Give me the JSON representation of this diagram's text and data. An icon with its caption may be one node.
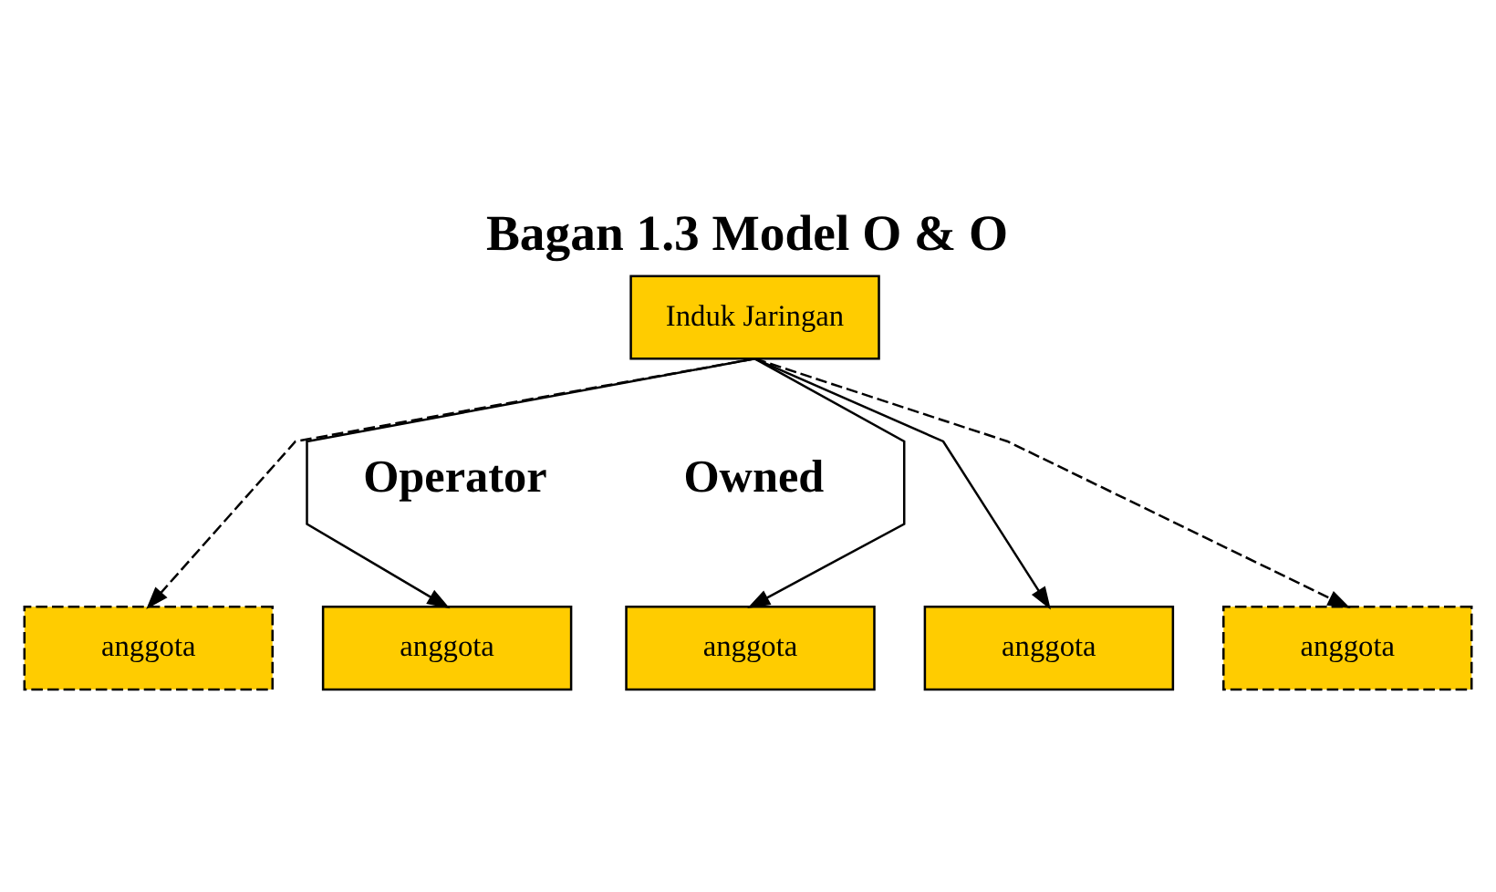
{
  "diagram": {
    "title": "Bagan 1.3 Model O & O",
    "nodes": [
      {
        "text": [
          "Induk Jaringan"
        ]
      },
      {
        "text": [
          "anggota"
        ]
      },
      {
        "text": [
          "anggota"
        ]
      },
      {
        "text": [
          "anggota"
        ]
      },
      {
        "text": [
          "anggota"
        ]
      },
      {
        "text": [
          "anggota"
        ]
      }
    ],
    "edges": [
      {
        "from": 0,
        "to": 1,
        "arrow": "to",
        "style": "dashed"
      },
      {
        "from": 0,
        "to": 2,
        "arrow": "to"
      },
      {
        "from": 0,
        "to": 3,
        "arrow": "to"
      },
      {
        "from": 0,
        "to": 4,
        "arrow": "to"
      },
      {
        "from": 0,
        "to": 5,
        "arrow": "to",
        "style": "dashed"
      }
    ],
    "labels": [
      "Owned",
      "Operator"
    ]
  }
}
